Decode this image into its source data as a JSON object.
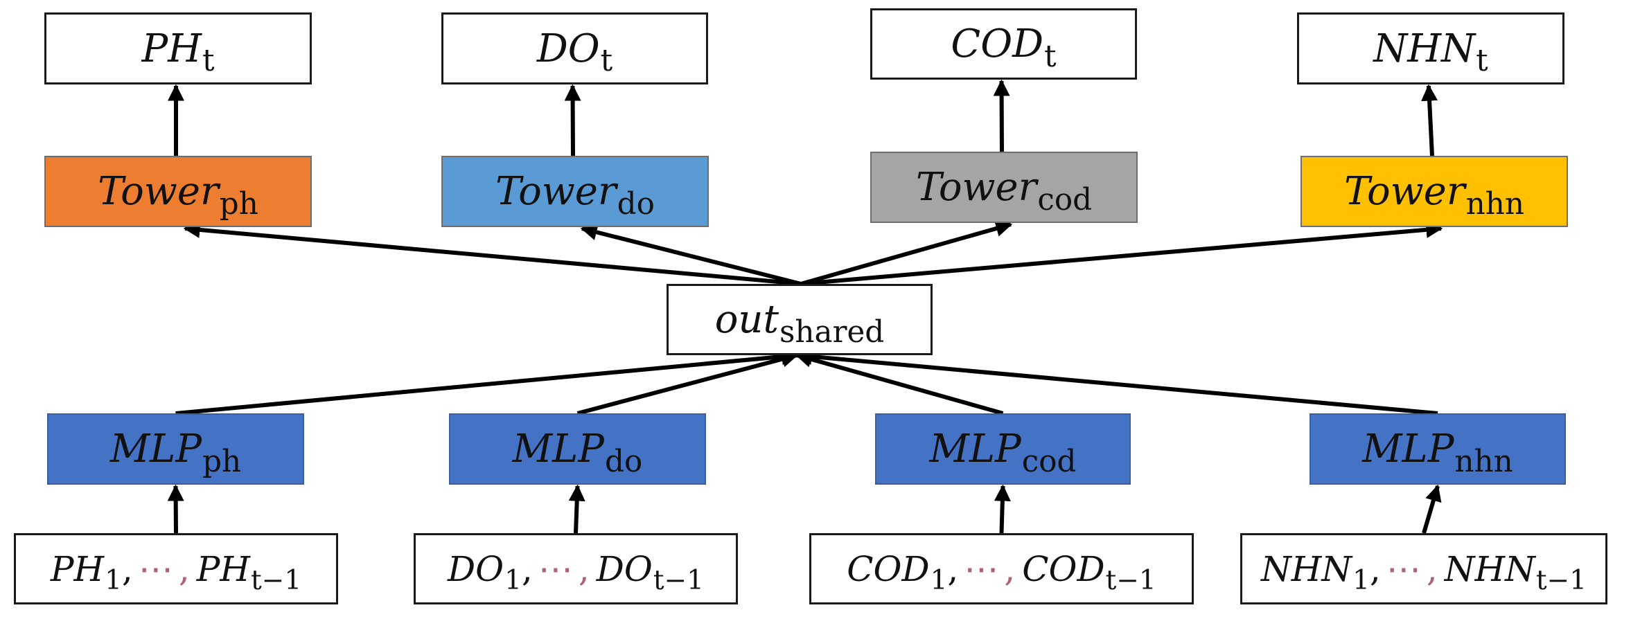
{
  "outputs": [
    {
      "base": "PH",
      "sub": "t"
    },
    {
      "base": "DO",
      "sub": "t"
    },
    {
      "base": "COD",
      "sub": "t"
    },
    {
      "base": "NHN",
      "sub": "t"
    }
  ],
  "towers": [
    {
      "base": "Tower",
      "sub": "ph",
      "color": "#ED7D31"
    },
    {
      "base": "Tower",
      "sub": "do",
      "color": "#5B9BD5"
    },
    {
      "base": "Tower",
      "sub": "cod",
      "color": "#A5A5A5"
    },
    {
      "base": "Tower",
      "sub": "nhn",
      "color": "#FFC000"
    }
  ],
  "shared": {
    "base": "out",
    "sub": "shared"
  },
  "mlps": [
    {
      "base": "MLP",
      "sub": "ph",
      "color": "#4472C4"
    },
    {
      "base": "MLP",
      "sub": "do",
      "color": "#4472C4"
    },
    {
      "base": "MLP",
      "sub": "cod",
      "color": "#4472C4"
    },
    {
      "base": "MLP",
      "sub": "nhn",
      "color": "#4472C4"
    }
  ],
  "inputs": [
    {
      "base": "PH",
      "first_sub": "1",
      "separator": ",",
      "ellipsis": "⋯",
      "last_sub": "t−1"
    },
    {
      "base": "DO",
      "first_sub": "1",
      "separator": ",",
      "ellipsis": "⋯",
      "last_sub": "t−1"
    },
    {
      "base": "COD",
      "first_sub": "1",
      "separator": ",",
      "ellipsis": "⋯",
      "last_sub": "t−1"
    },
    {
      "base": "NHN",
      "first_sub": "1",
      "separator": ",",
      "ellipsis": "⋯",
      "last_sub": "t−1"
    }
  ],
  "colors": {
    "arrow": "#000000",
    "border": "#1a1a1a",
    "ellipsis": "#b0616e"
  }
}
